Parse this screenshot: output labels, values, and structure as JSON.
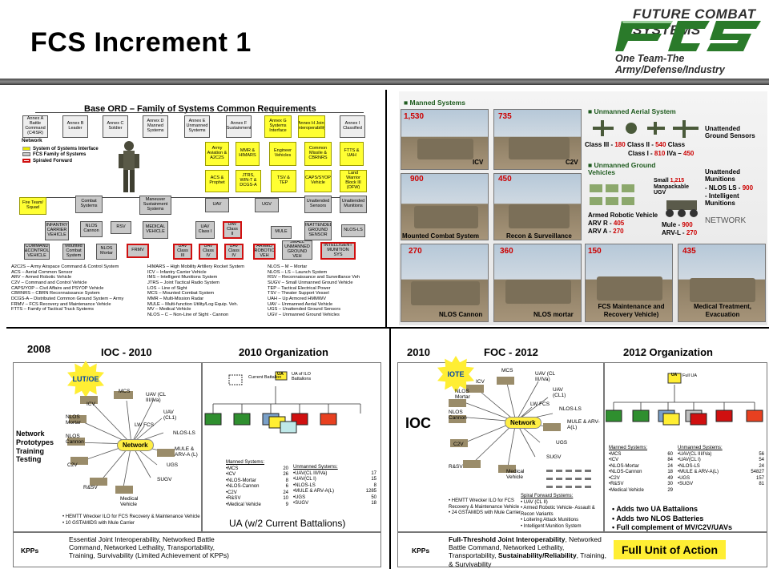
{
  "header": {
    "title": "FCS Increment 1",
    "logo_top": "FUTURE COMBAT SYSTEMS",
    "logo_mark": "FCS",
    "logo_tagline": "One Team-The Army/Defense/Industry"
  },
  "ord": {
    "title": "Base ORD – Family of Systems Common Requirements",
    "annexes": [
      "Annex A Battle Command (C4ISR)",
      "Annex B Leader",
      "Annex C Soldier",
      "Annex D Manned Systems",
      "Annex E Unmanned Systems",
      "Annex F Sustainment",
      "Annex G Systems Interface",
      "Annex H Joint Interoperability",
      "Annex I Classified"
    ],
    "network_label": "Network",
    "legend": [
      "System of Systems Interface",
      "FCS Family of Systems",
      "Spiraled Forward"
    ],
    "yellow_row1": [
      "Army Aviation & A2C2S",
      "MMR & HIMARS",
      "Engineer Vehicles",
      "Common Missile & CBRNRS",
      "FTTS & UAH"
    ],
    "yellow_row2": [
      "ACS & Prophet",
      "JTRS, WIN-T & DCGS-A",
      "TSV & TEP",
      "CAPS/SYOP Vehicle",
      "Land Warrior Block III (OFW)"
    ],
    "fire_team": "Fire Team/ Squad",
    "level2": [
      "Combat Systems",
      "Maneuver Sustainment Systems",
      "UAV",
      "UGV",
      "Unattended Sensors",
      "Unattended Munitions"
    ],
    "level3": [
      "INFANTRY CARRIER VEHICLE",
      "NLOS Cannon",
      "RSV",
      "MEDICAL VEHICLE",
      "UAV Class I",
      "UAV Class II",
      "MULE",
      "UNATTENDED GROUND SENSOR",
      "NLOS-LS"
    ],
    "level4": [
      "COMMAND &CONTROL VEHICLE",
      "Mounted Combat System",
      "NLOS Mortar",
      "FRMV",
      "UAV Class III",
      "UAV Class IV",
      "UAV Class IV",
      "ARMED ROBOTIC VEH",
      "SMALL UNMANNED GROUND VEH",
      "INTELLIGENT MUNITION SYS"
    ],
    "abbr_left": "A2C2S – Army Airspace Command & Control System\nACS – Aerial Common Sensor\nARV – Armed Robotic Vehicle\nC2V – Command and Control Vehicle\nCAPS/YOP – Civil Affairs and PSYOP Vehicle\nCBRNRS – CBRN Reconnaissance System\nDCGS-A – Distributed Common Ground System – Army\nFRMV – FCS Recovery and Maintenance Vehicle\nFTTS – Family of Tactical Truck Systems",
    "abbr_mid": "HIMARS – High Mobility Artillery Rocket System\nICV – Infantry Carrier Vehicle\nIMS – Intelligent Munitions System\nJTRS – Joint Tactical Radio System\nLOS – Line of Sight\nMCS – Mounted Combat System\nMMR – Multi-Mission Radar\nMULE – Multi-function Utility/Log Equip. Veh.\nMV – Medical Vehicle\nNLOS – C – Non-Line of Sight - Cannon",
    "abbr_right": "NLOS – M – Mortar\nNLOS – LS – Launch System\nRSV – Reconnaissance and Surveillance Veh\nSUGV – Small Unmanned Ground Vehicle\nTEP – Tactical Electrical Power\nTSV – Theater Support Vessel\nUAH – Up Armored HMMWV\nUAV – Unmanned Aerial Vehicle\nUGS – Unattended Ground Sensors\nUGV – Unmanned Ground Vehicles"
  },
  "systems": {
    "manned_title": "Manned Systems",
    "uav_title": "Unmanned Aerial System",
    "ugv_title": "Unmanned Ground Vehicles",
    "counts": {
      "icv": "1,530",
      "c2v": "735",
      "mcs": "900",
      "rsv": "450",
      "nlosc": "270",
      "nlosm": "360",
      "frmv": "150",
      "mv": "435"
    },
    "captions": {
      "icv": "ICV",
      "c2v": "C2V",
      "mcs": "Mounted Combat System",
      "rsv": "Recon & Surveillance",
      "nlosc": "NLOS Cannon",
      "nlosm": "NLOS mortar",
      "frmv": "FCS Maintenance and Recovery Vehicle)",
      "mv": "Medical Treatment, Evacuation"
    },
    "uav_line1_a": "Class III -",
    "uav_line1_b": "180",
    "uav_line1_c": "Class II -",
    "uav_line1_d": "540",
    "uav_line1_e": "Class",
    "uav_line2_a": "Class I -",
    "uav_line2_b": "810",
    "uav_line2_c": "IVa –",
    "uav_line2_d": "450",
    "ugs": "Unattended Ground Sensors",
    "um_title": "Unattended Munitions",
    "um_nlos_a": "- NLOS LS -",
    "um_nlos_b": "900",
    "um_im": "- Intelligent Munitions",
    "sugv_a": "Small",
    "sugv_b": "1,215",
    "sugv_c": "Manpackable UGV",
    "arv_title": "Armed Robotic Vehicle",
    "arv_r_a": "ARV R -",
    "arv_r_b": "405",
    "arv_a_a": "ARV A -",
    "arv_a_b": "270",
    "mule_a": "Mule -",
    "mule_b": "900",
    "arvl_a": "ARV-L -",
    "arvl_b": "270",
    "network": "NETWORK"
  },
  "ioc": {
    "year": "2008",
    "title": "IOC - 2010",
    "org": "2010 Organization",
    "starburst": "LUT/OE",
    "side_label": "Network Prototypes Training Testing",
    "network": "Network",
    "nodes": [
      "MCS",
      "UAV (CL III/IVa)",
      "UAV (CL1)",
      "ICV",
      "LW FCS",
      "NLOS Mortar",
      "NLOS-LS",
      "NLOS Cannon",
      "MULE & ARV-A (L)",
      "C2V",
      "UGS",
      "R&SV",
      "SUGV",
      "Medical Vehicle"
    ],
    "footnote1": "• HEMTT Wrecker ILO for FCS Recovery & Maintenance Vehicle",
    "footnote2": "• 10 GSTAMIDS with Mule Carrier",
    "org_current": "Current Battalion",
    "org_ua": "UA",
    "org_ua_label": "UA of ILO Battalions",
    "manned_title": "Manned Systems:",
    "manned": [
      [
        "•MCS",
        "20"
      ],
      [
        "•ICV",
        "26"
      ],
      [
        "•NLOS-Mortar",
        "8"
      ],
      [
        "•NLOS-Cannon",
        "6"
      ],
      [
        "•C2V",
        "24"
      ],
      [
        "•R&SV",
        "10"
      ],
      [
        "•Medical Vehicle",
        "9"
      ]
    ],
    "unmanned_title": "Unmanned Systems:",
    "unmanned": [
      [
        "•UAV(CL III/IVa)",
        "17"
      ],
      [
        "•UAV(CL I)",
        "15"
      ],
      [
        "•NLOS-LS",
        "8"
      ],
      [
        "•MULE & ARV-A(L)",
        "1285"
      ],
      [
        "•UGS",
        "50"
      ],
      [
        "•SUGV",
        "18"
      ]
    ],
    "caption": "UA (w/2 Current Battalions)",
    "kpp_label": "KPPs",
    "kpp_text": "Essential Joint Interoperability, Networked Battle Command, Networked Lethality, Transportability, Training, Survivability (Limited Achievement of KPPs)"
  },
  "foc": {
    "year": "2010",
    "title": "FOC - 2012",
    "org": "2012 Organization",
    "starburst": "IOTE",
    "side_label": "IOC",
    "network": "Network",
    "nodes": [
      "MCS",
      "UAV (CL III/IVa)",
      "ICV",
      "UAV (CL1)",
      "NLOS Mortar",
      "LW FCS",
      "NLOS Cannon",
      "NLOS-LS",
      "MULE & ARV-A(L)",
      "C2V",
      "UGS",
      "R&SV",
      "SUGV",
      "Medical Vehicle"
    ],
    "footnote1": "• HEMTT Wrecker ILO for FCS Recovery & Maintenance Vehicle",
    "footnote2": "• 24 GSTAMIDS with Mule Carrier",
    "spiral_title": "Spiral Forward Systems:",
    "spiral": [
      "• UAV (CL II)",
      "• Armed Robotic Vehicle- Assault & Recon Variants",
      "• Loitering Attack Munitions",
      "• Intelligent Munition System"
    ],
    "org_ua": "UA",
    "org_ua_label": "Full UA",
    "manned_title": "Manned Systems:",
    "manned": [
      [
        "•MCS",
        "60"
      ],
      [
        "•ICV",
        "84"
      ],
      [
        "•NLOS-Mortar",
        "24"
      ],
      [
        "•NLOS-Cannon",
        "18"
      ],
      [
        "•C2V",
        "49"
      ],
      [
        "•R&SV",
        "30"
      ],
      [
        "•Medical Vehicle",
        "29"
      ]
    ],
    "unmanned_title": "Unmanned Systems:",
    "unmanned": [
      [
        "•UAV(CL III/IVa)",
        "56"
      ],
      [
        "•UAV(CL I)",
        "54"
      ],
      [
        "•NLOS-LS",
        "24"
      ],
      [
        "•MULE & ARV-A(L)",
        "54827"
      ],
      [
        "•UGS",
        "157"
      ],
      [
        "•SUGV",
        "81"
      ]
    ],
    "bullets": [
      "• Adds two UA Battalions",
      "• Adds two NLOS Batteries",
      "• Full complement of MV/C2V/UAVs"
    ],
    "kpp_label": "KPPs",
    "kpp_text_a": "Full-Threshold Joint Interoperability",
    "kpp_text_b": ", Networked Battle Command, Networked Lethality, Transportability, ",
    "kpp_text_c": "Sustainability/Reliability",
    "kpp_text_d": ", Training, & Survivability",
    "unit_of_action": "Full Unit of Action"
  }
}
